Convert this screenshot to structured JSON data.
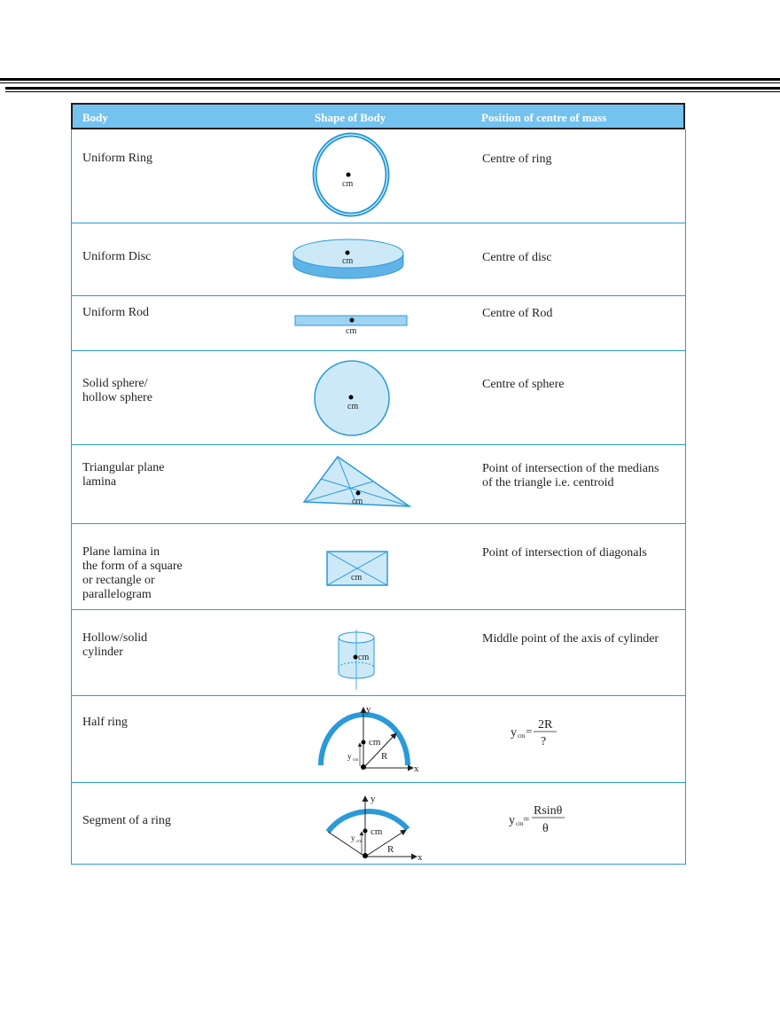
{
  "header": {
    "body": "Body",
    "shape": "Shape of Body",
    "position": "Position of centre of mass"
  },
  "shape_label": "cm",
  "rows": [
    {
      "body": "Uniform Ring",
      "position": "Centre of ring",
      "shape": "ring"
    },
    {
      "body": "Uniform Disc",
      "position": "Centre of disc",
      "shape": "disc"
    },
    {
      "body": "Uniform Rod",
      "position": "Centre of Rod",
      "shape": "rod"
    },
    {
      "body": "Solid sphere/\nhollow sphere",
      "position": "Centre of sphere",
      "shape": "sphere"
    },
    {
      "body": "Triangular plane\nlamina",
      "position": "Point of intersection of the medians of the triangle i.e. centroid",
      "shape": "triangle"
    },
    {
      "body": "Plane lamina in\nthe form of a square\nor rectangle or\nparallelogram",
      "position": "Point of intersection of diagonals",
      "shape": "rectangle"
    },
    {
      "body": "Hollow/solid\ncylinder",
      "position": "Middle point of the axis of cylinder",
      "shape": "cylinder"
    },
    {
      "body": "Half ring",
      "position": "",
      "shape": "half-ring"
    },
    {
      "body": "Segment of a ring",
      "position": "",
      "shape": "ring-segment"
    }
  ],
  "half_ring": {
    "var": "y",
    "sub": "cm",
    "eq": "=",
    "num": "2R",
    "den": "?",
    "y_axis": "y",
    "x_axis": "x",
    "radius": "R"
  },
  "segment": {
    "var": "y",
    "sub": "cm",
    "eq": "=",
    "num": "Rsinθ",
    "den": "θ",
    "y_axis": "y",
    "x_axis": "x",
    "radius": "R"
  },
  "colors": {
    "header": "#74c2ee",
    "stroke": "#2a9ad8",
    "fill": "#cde9f7"
  }
}
